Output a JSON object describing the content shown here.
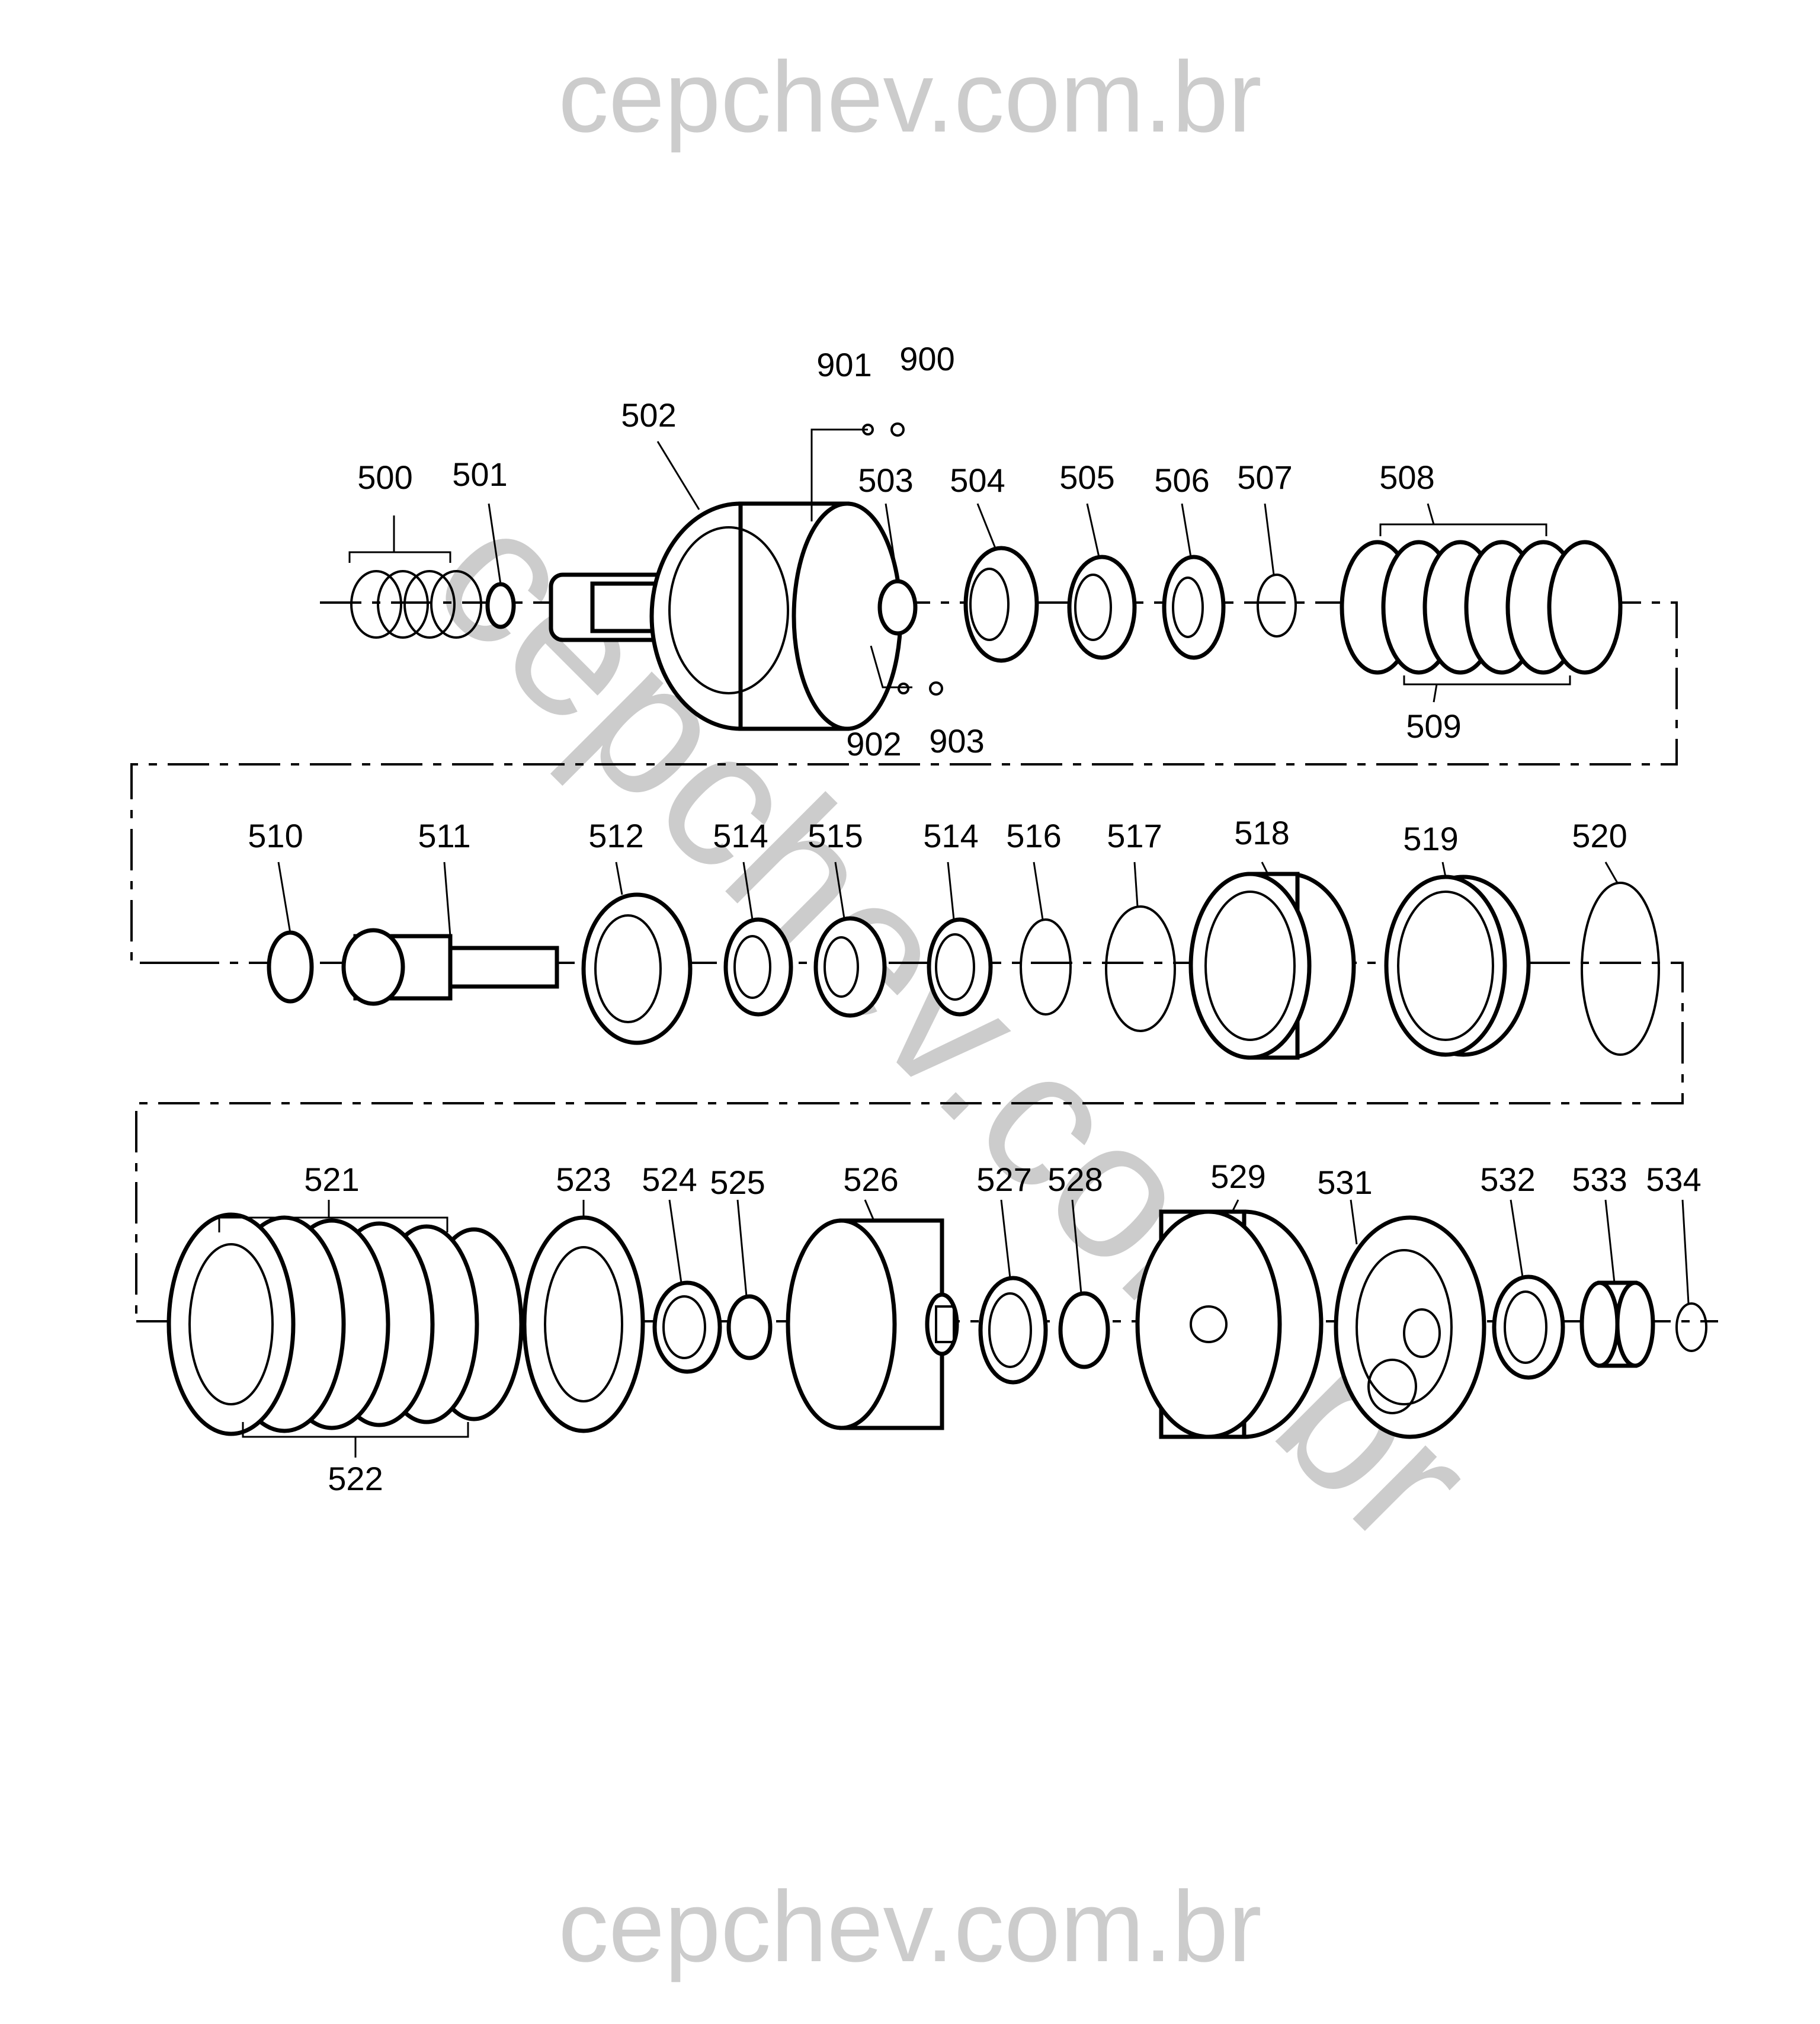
{
  "watermark": {
    "top": "cepchev.com.br",
    "bottom": "cepchev.com.br",
    "diagonal": "cepchev.com.br"
  },
  "callouts": {
    "p500": "500",
    "p501": "501",
    "p502": "502",
    "p503": "503",
    "p504": "504",
    "p505": "505",
    "p506": "506",
    "p507": "507",
    "p508": "508",
    "p509": "509",
    "p510": "510",
    "p511": "511",
    "p512": "512",
    "p514a": "514",
    "p515": "515",
    "p514b": "514",
    "p516": "516",
    "p517": "517",
    "p518": "518",
    "p519": "519",
    "p520": "520",
    "p521": "521",
    "p522": "522",
    "p523": "523",
    "p524": "524",
    "p525": "525",
    "p526": "526",
    "p527": "527",
    "p528": "528",
    "p529": "529",
    "p531": "531",
    "p532": "532",
    "p533": "533",
    "p534": "534",
    "p900": "900",
    "p901": "901",
    "p902": "902",
    "p903": "903"
  }
}
